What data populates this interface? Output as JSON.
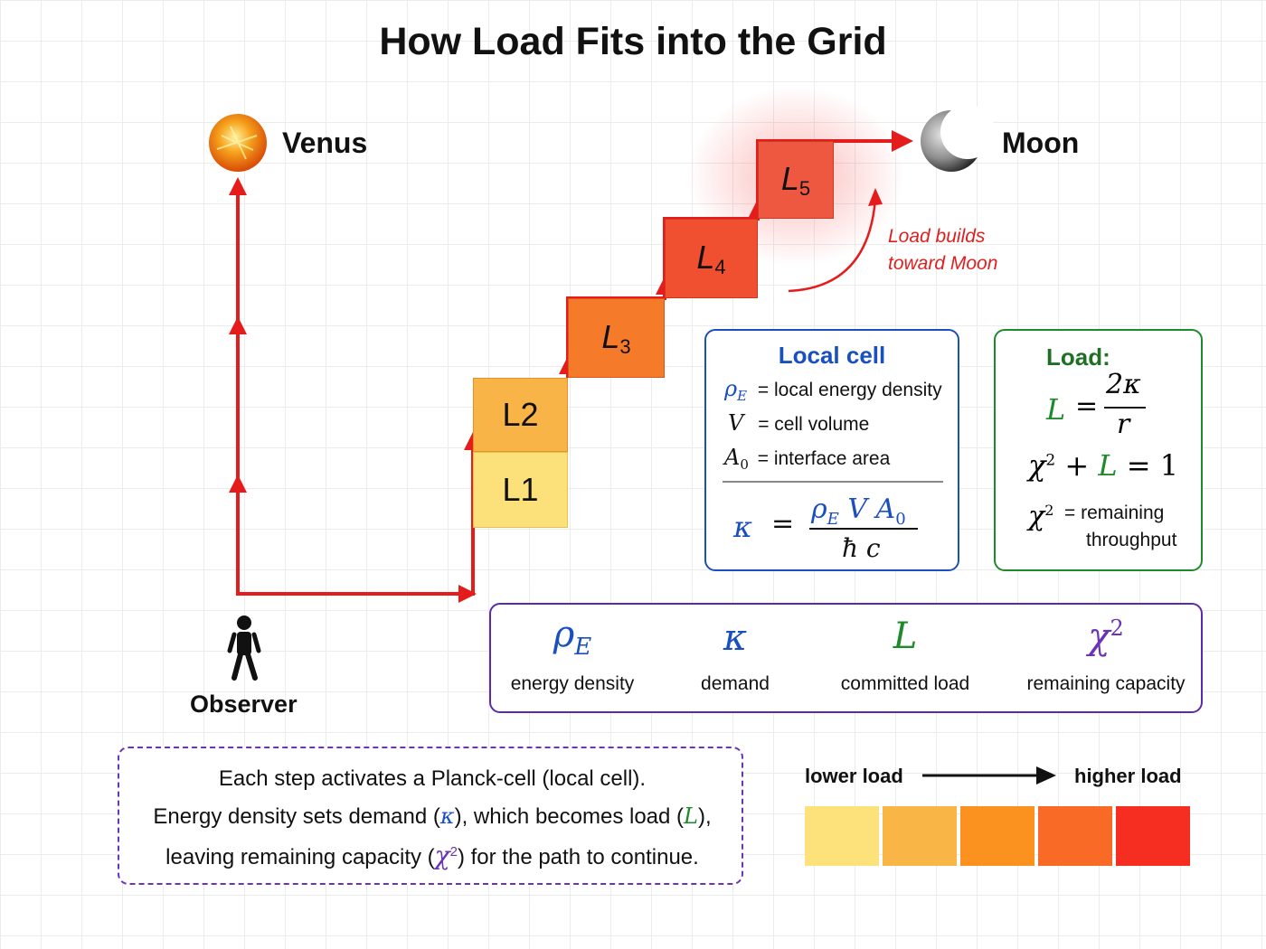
{
  "title": "How Load Fits into the Grid",
  "labels": {
    "venus": "Venus",
    "moon": "Moon",
    "observer": "Observer",
    "annotation_line1": "Load builds",
    "annotation_line2": "toward Moon"
  },
  "steps": [
    {
      "name": "L1",
      "label": "L1",
      "color": "#fce17a"
    },
    {
      "name": "L2",
      "label": "L2",
      "color": "#f8b447"
    },
    {
      "name": "L3",
      "label": "L",
      "sub": "3",
      "color": "#f57a2a"
    },
    {
      "name": "L4",
      "label": "L",
      "sub": "4",
      "color": "#f0502f"
    },
    {
      "name": "L5",
      "label": "L",
      "sub": "5",
      "color": "#ef5840"
    }
  ],
  "local_cell": {
    "heading": "Local cell",
    "definitions": [
      {
        "symbol": "ρ",
        "sub": "E",
        "text": "= local energy density"
      },
      {
        "symbol": "V",
        "sub": "",
        "text": "= cell volume"
      },
      {
        "symbol": "A",
        "sub": "0",
        "text": "= interface area"
      }
    ],
    "formula": {
      "lhs": "κ",
      "eq": "=",
      "num_rho": "ρ",
      "num_rho_sub": "E",
      "num_v": "V",
      "num_a": "A",
      "num_a_sub": "0",
      "den": "ħ c"
    }
  },
  "load_box": {
    "heading": "Load:",
    "eq1": {
      "lhs": "L",
      "eq": "=",
      "num": "2κ",
      "den": "r"
    },
    "eq2": {
      "chi": "χ",
      "exp": "2",
      "plus": "+",
      "L": "L",
      "eq": "=",
      "one": "1"
    },
    "eq3": {
      "chi": "χ",
      "exp": "2",
      "text1": "= remaining",
      "text2": "throughput"
    }
  },
  "chain": [
    {
      "symbol": "ρ",
      "sub": "E",
      "sup": "",
      "label": "energy density",
      "color": "#1a4fbf"
    },
    {
      "symbol": "κ",
      "sub": "",
      "sup": "",
      "label": "demand",
      "color": "#1a4fbf"
    },
    {
      "symbol": "L",
      "sub": "",
      "sup": "",
      "label": "committed load",
      "color": "#1f8a2c"
    },
    {
      "symbol": "χ",
      "sub": "",
      "sup": "2",
      "label": "remaining capacity",
      "color": "#6a34b5"
    }
  ],
  "note": {
    "line1": "Each step activates a Planck-cell (local cell).",
    "line2_a": "Energy density sets demand (",
    "line2_kappa": "κ",
    "line2_b": "), which becomes load (",
    "line2_L": "L",
    "line2_c": "),",
    "line3_a": "leaving remaining capacity (",
    "line3_chi": "χ",
    "line3_exp": "2",
    "line3_b": ") for the path to continue."
  },
  "legend": {
    "low": "lower load",
    "high": "higher load",
    "swatches": [
      "#fde17b",
      "#f9b545",
      "#fb921f",
      "#f86a26",
      "#f62e22"
    ]
  },
  "colors": {
    "path": "#e51c1c",
    "blue": "#1a4fbf",
    "green": "#1f8a2c",
    "purple": "#6a34b5"
  }
}
